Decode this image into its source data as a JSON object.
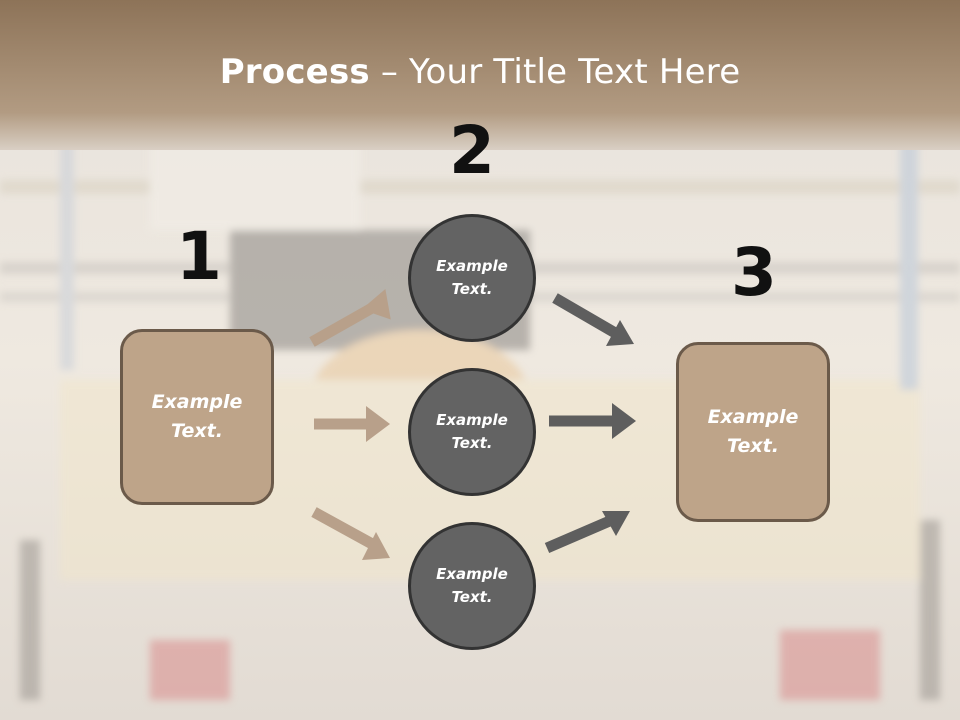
{
  "title": {
    "bold": "Process",
    "rest": " – Your Title Text Here"
  },
  "steps": {
    "one": "1",
    "two": "2",
    "three": "3"
  },
  "left_box": {
    "label": "Example Text."
  },
  "right_box": {
    "label": "Example Text."
  },
  "circles": [
    {
      "label": "Example Text."
    },
    {
      "label": "Example Text."
    },
    {
      "label": "Example Text."
    }
  ],
  "colors": {
    "box_fill": "#bea489",
    "box_border": "#6b5a4a",
    "circle_fill": "#636363",
    "circle_border": "#333333",
    "arrow_tan": "#b8a08a",
    "arrow_gray": "#5e5e5e",
    "header_band": "#8c7257"
  }
}
